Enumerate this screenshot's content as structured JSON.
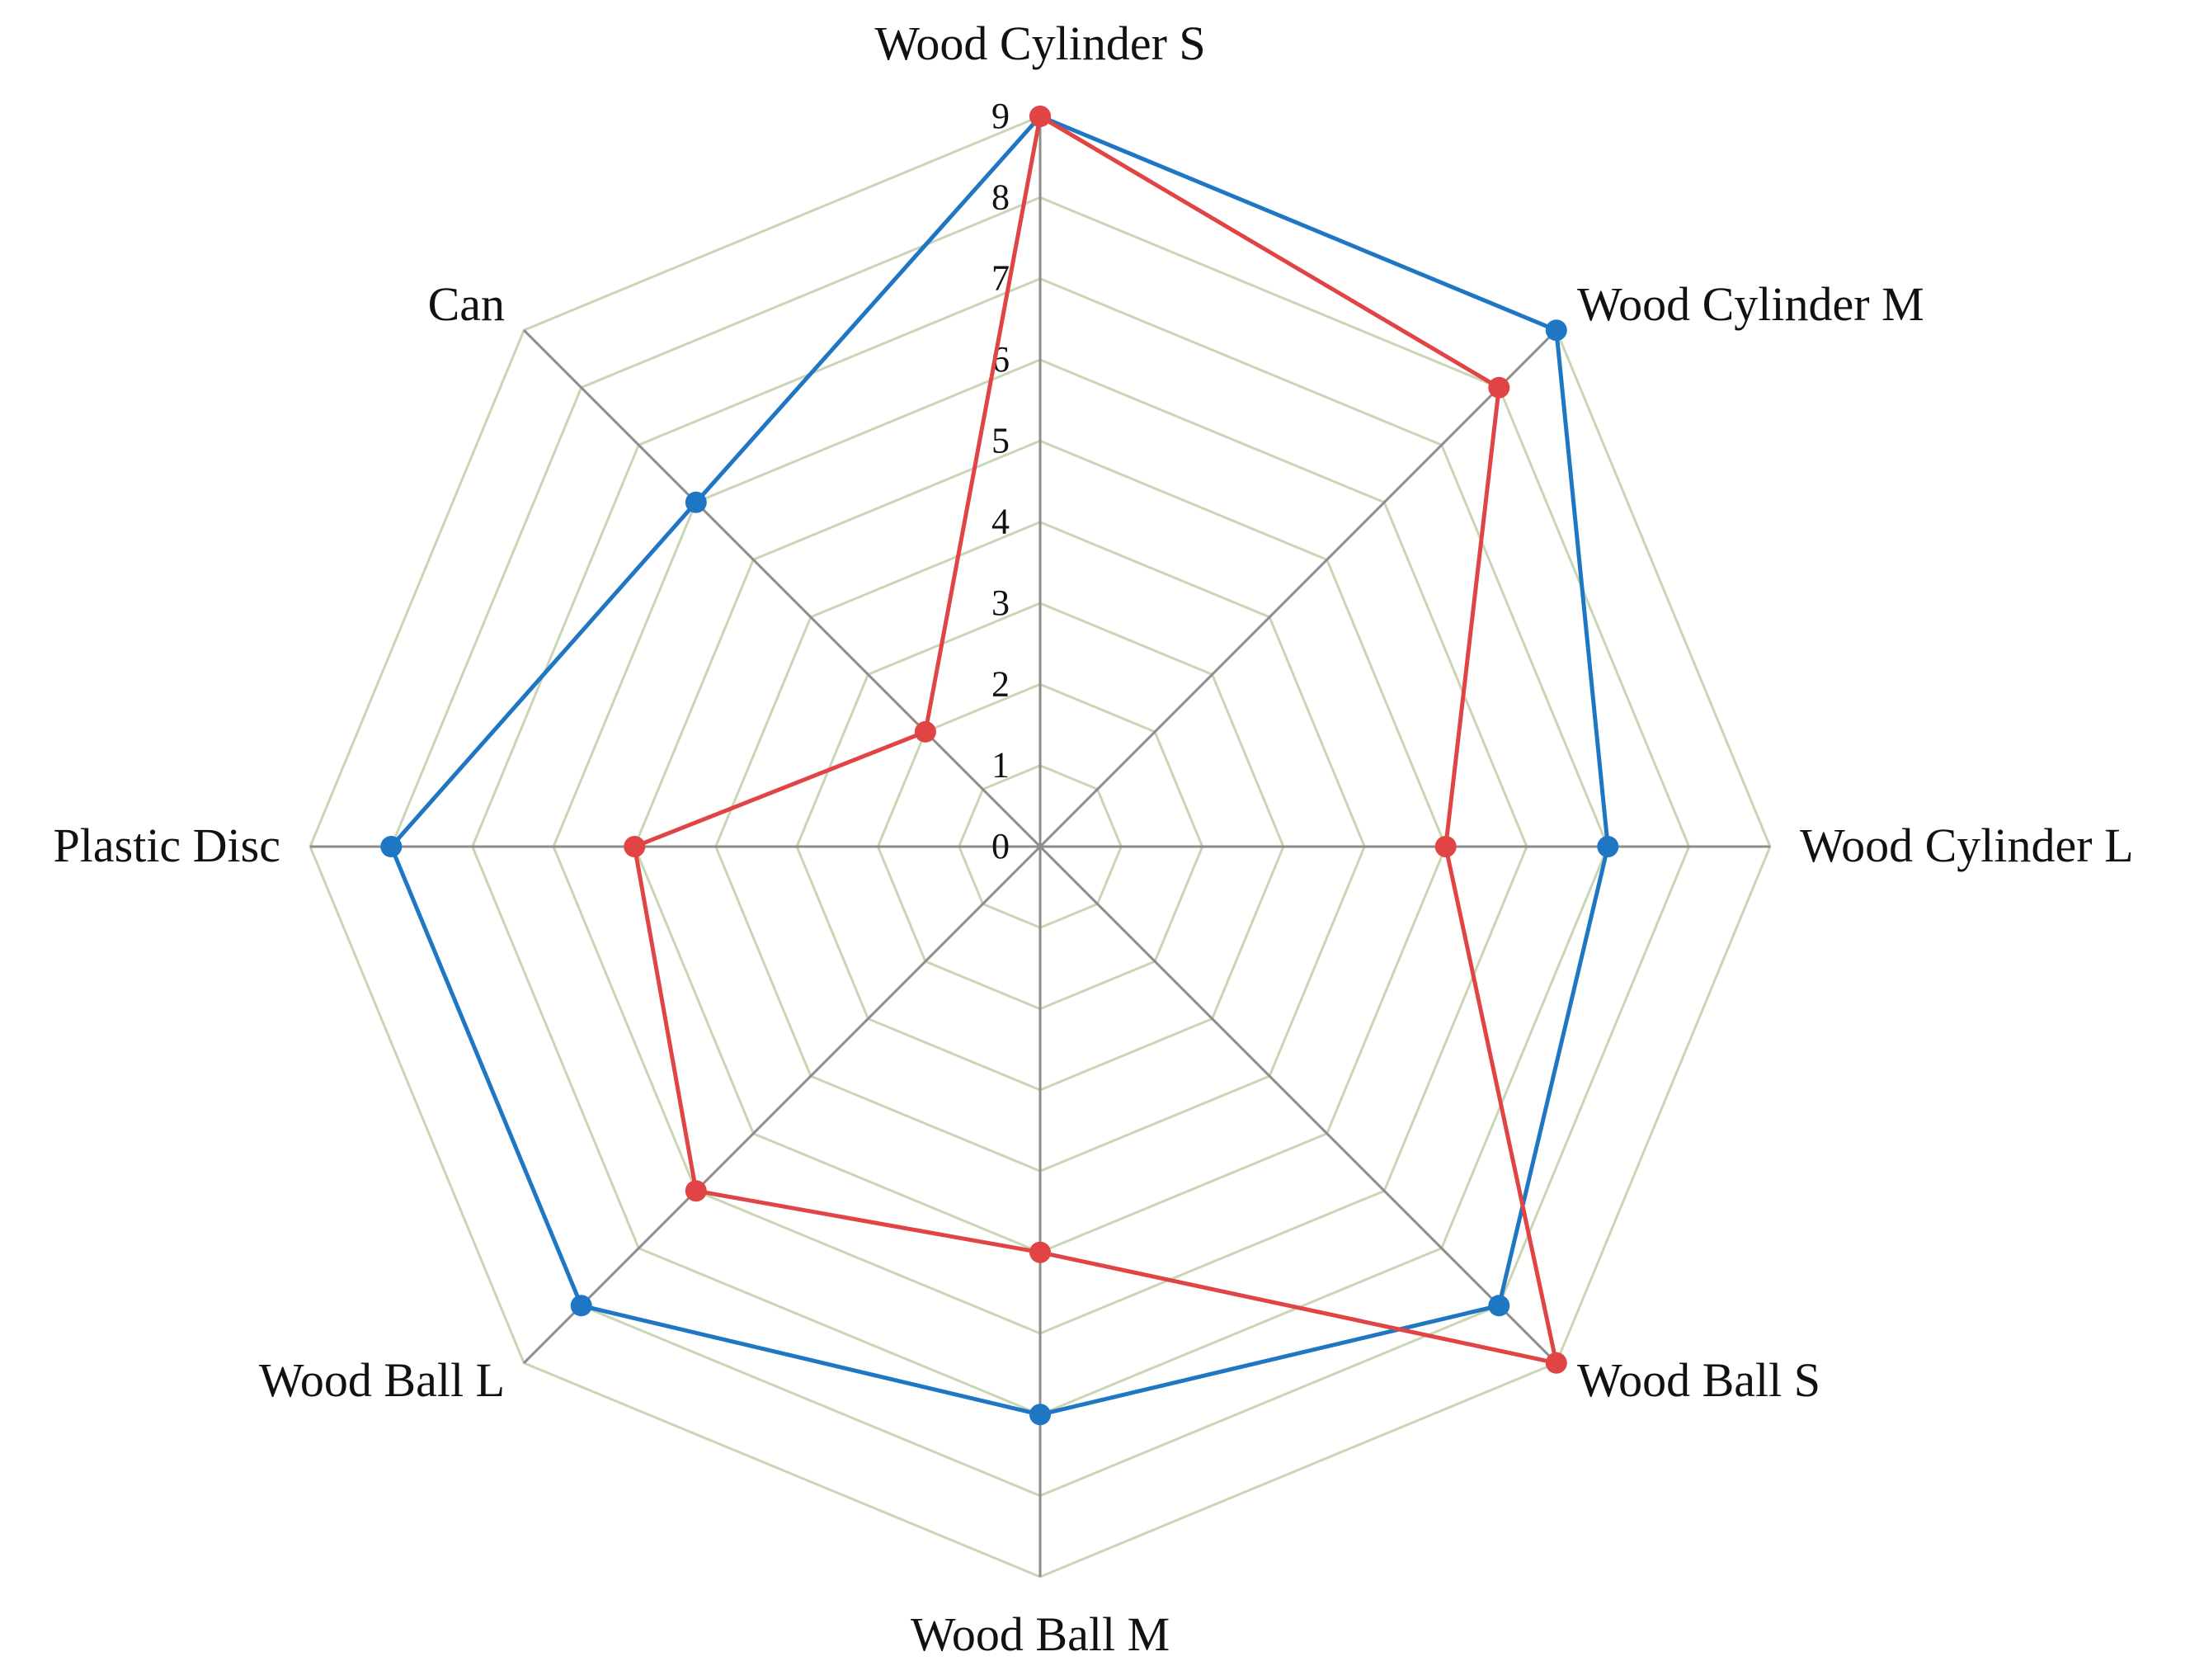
{
  "chart_data": {
    "type": "radar",
    "title": "",
    "categories": [
      "Wood Cylinder S",
      "Wood Cylinder M",
      "Wood Cylinder L",
      "Wood Ball S",
      "Wood Ball M",
      "Wood Ball L",
      "Plastic Disc",
      "Can"
    ],
    "rlim": [
      0,
      9
    ],
    "ticks": [
      "0",
      "1",
      "2",
      "3",
      "4",
      "5",
      "6",
      "7",
      "8",
      "9"
    ],
    "grid": true,
    "legend": "none",
    "series": [
      {
        "color": "#1f77c4",
        "values": [
          9,
          9,
          7,
          8,
          7,
          8,
          8,
          6
        ]
      },
      {
        "color": "#e04444",
        "values": [
          9,
          8,
          5,
          9,
          5,
          6,
          5,
          2
        ]
      }
    ],
    "colors": {
      "grid": "#c9d6b4",
      "axis": "#8c8c8c"
    }
  }
}
